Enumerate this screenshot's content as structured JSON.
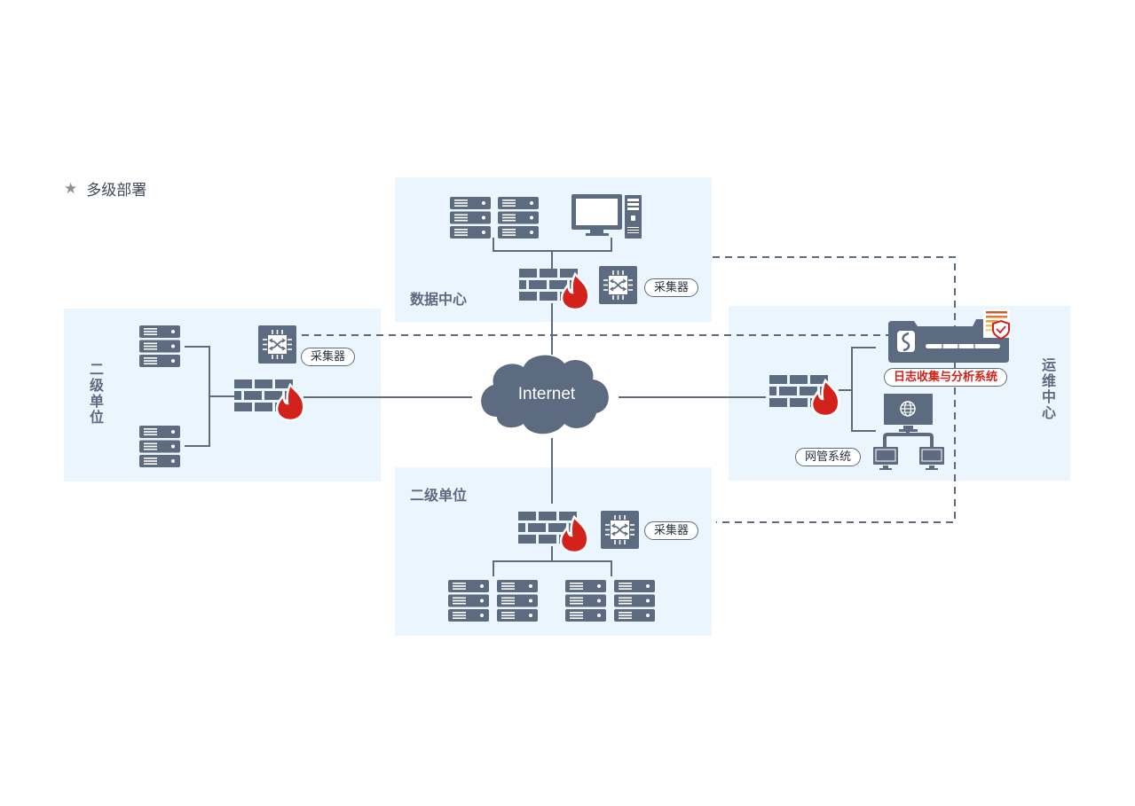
{
  "heading": {
    "icon": "star-icon",
    "label": "多级部署"
  },
  "zones": {
    "data_center": {
      "label": "数据中心"
    },
    "left_unit": {
      "label": "二级单位"
    },
    "bottom_unit": {
      "label": "二级单位"
    },
    "ops_center": {
      "label": "运维中心"
    }
  },
  "cloud": {
    "label": "Internet"
  },
  "collectors": {
    "data_center": "采集器",
    "left_unit": "采集器",
    "bottom_unit": "采集器"
  },
  "ops": {
    "log_system": "日志收集与分析系统",
    "nms": "网管系统"
  },
  "colors": {
    "device": "#5c6b80",
    "zone_bg": "#ebf5fd",
    "flame": "#d3221c",
    "highlight_text": "#d3221c"
  }
}
